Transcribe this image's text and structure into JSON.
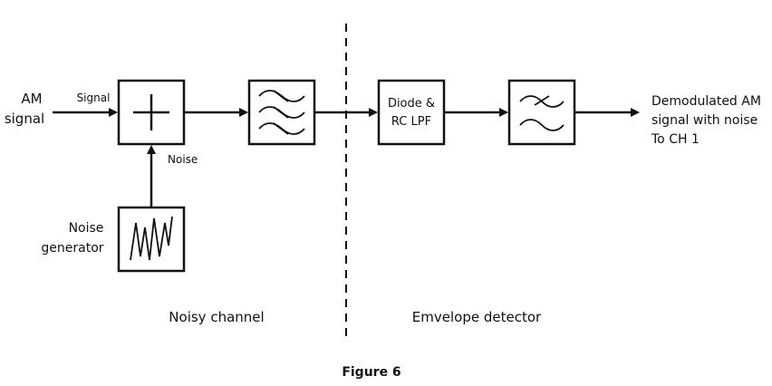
{
  "diagram": {
    "input_label_line1": "AM",
    "input_label_line2": "signal",
    "signal_label": "Signal",
    "noise_label": "Noise",
    "noise_gen_line1": "Noise",
    "noise_gen_line2": "generator",
    "diode_line1": "Diode &",
    "diode_line2": "RC LPF",
    "output_line1": "Demodulated AM",
    "output_line2": "signal with noise",
    "output_line3": "To CH 1",
    "section_left": "Noisy channel",
    "section_right": "Emvelope detector",
    "caption": "Figure 6"
  },
  "icons": {
    "adder": "plus-icon",
    "channel_filter": "triple-wave-filter-icon",
    "lowpass_filter": "double-wave-filter-icon",
    "noise_source": "zigzag-noise-icon"
  }
}
